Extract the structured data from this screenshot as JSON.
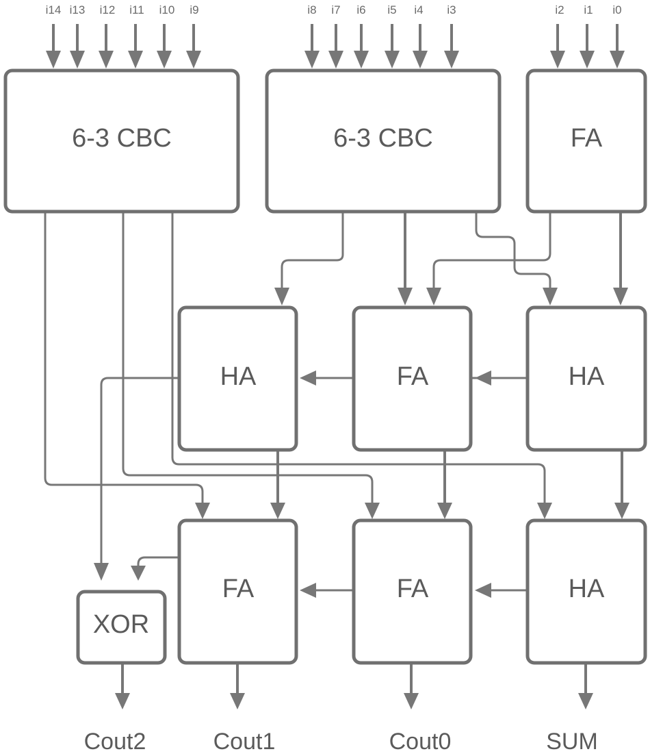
{
  "inputs": {
    "i14": "i14",
    "i13": "i13",
    "i12": "i12",
    "i11": "i11",
    "i10": "i10",
    "i9": "i9",
    "i8": "i8",
    "i7": "i7",
    "i6": "i6",
    "i5": "i5",
    "i4": "i4",
    "i3": "i3",
    "i2": "i2",
    "i1": "i1",
    "i0": "i0"
  },
  "blocks": {
    "cbc_left": "6-3 CBC",
    "cbc_mid": "6-3 CBC",
    "fa_top": "FA",
    "ha_r2_left": "HA",
    "fa_r2_mid": "FA",
    "ha_r2_right": "HA",
    "xor": "XOR",
    "fa_r3_left": "FA",
    "fa_r3_mid": "FA",
    "ha_r3_right": "HA"
  },
  "outputs": {
    "cout2": "Cout2",
    "cout1": "Cout1",
    "cout0": "Cout0",
    "sum": "SUM"
  }
}
